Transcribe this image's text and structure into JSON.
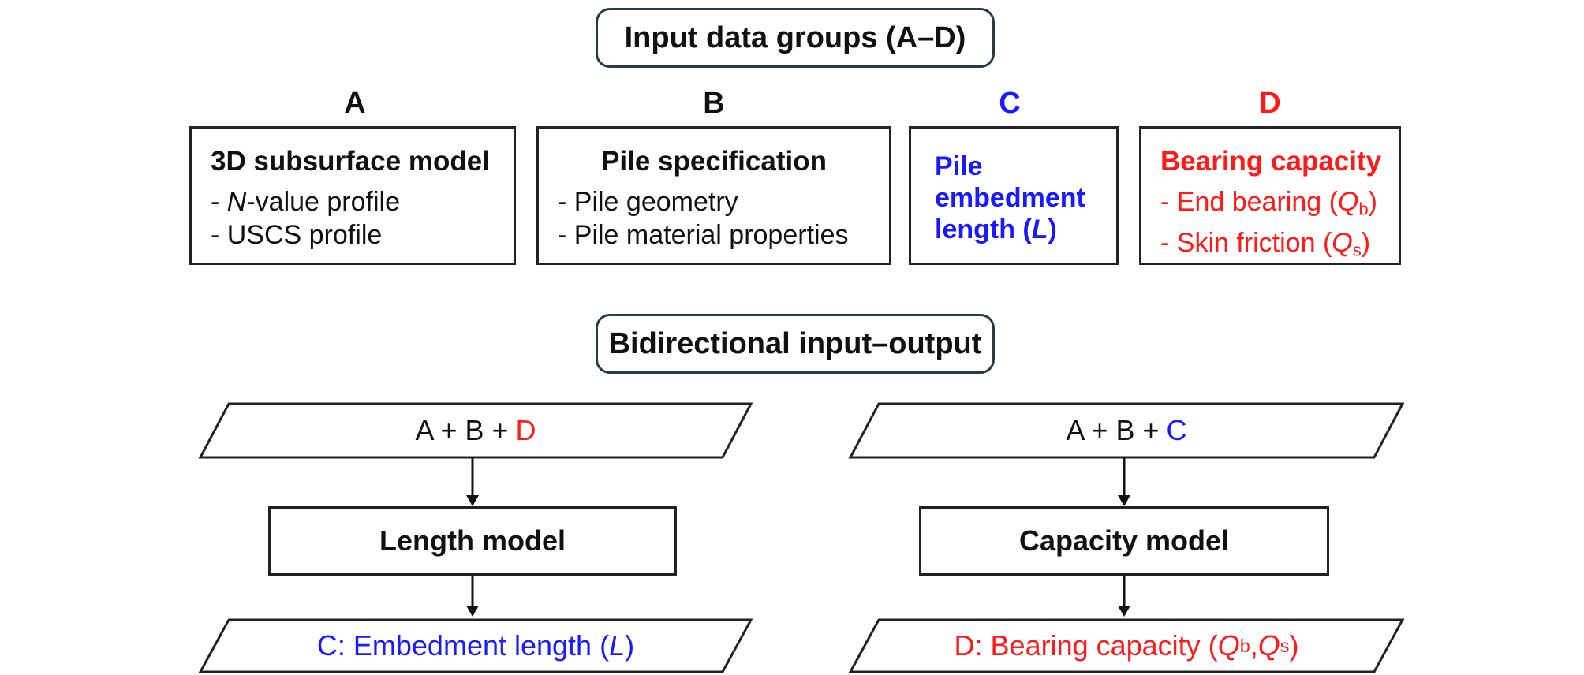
{
  "header": {
    "groups_title": "Input data groups (A–D)",
    "bidirectional_title": "Bidirectional input–output"
  },
  "groups": {
    "a": {
      "letter": "A",
      "title": "3D subsurface model",
      "item1_italic": "N",
      "item1_rest": "-value profile",
      "item2": "- USCS profile",
      "color": "#111111"
    },
    "b": {
      "letter": "B",
      "title": "Pile specification",
      "item1": "- Pile geometry",
      "item2": "- Pile material properties",
      "color": "#111111"
    },
    "c": {
      "letter": "C",
      "line1": "Pile",
      "line2": "embedment",
      "line3_pre": "length (",
      "line3_var": "L",
      "line3_post": ")",
      "color": "#1a1aff"
    },
    "d": {
      "letter": "D",
      "title": "Bearing capacity",
      "item1_pre": "- End bearing (",
      "item1_var": "Q",
      "item1_sub": "b",
      "item1_post": ")",
      "item2_pre": "- Skin friction (",
      "item2_var": "Q",
      "item2_sub": "s",
      "item2_post": ")",
      "color": "#ff1a1a"
    }
  },
  "flows": {
    "length": {
      "input_prefix": "A + B + ",
      "input_highlight": "D",
      "model_label": "Length model",
      "output_pre": "C: Embedment length (",
      "output_var": "L",
      "output_post": ")"
    },
    "capacity": {
      "input_prefix": "A + B + ",
      "input_highlight": "C",
      "model_label": "Capacity model",
      "output_pre": "D: Bearing capacity (",
      "output_var1": "Q",
      "output_sub1": "b",
      "output_mid": ", ",
      "output_var2": "Q",
      "output_sub2": "s",
      "output_post": ")"
    }
  }
}
